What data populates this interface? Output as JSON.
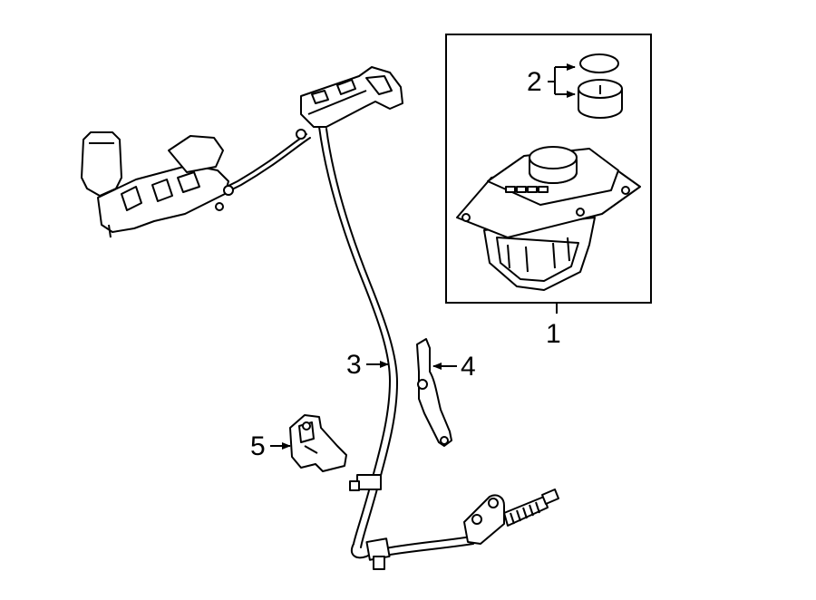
{
  "callouts": [
    {
      "id": "1",
      "label": "1"
    },
    {
      "id": "2",
      "label": "2"
    },
    {
      "id": "3",
      "label": "3"
    },
    {
      "id": "4",
      "label": "4"
    },
    {
      "id": "5",
      "label": "5"
    }
  ],
  "colors": {
    "line": "#000000",
    "fill": "#ffffff"
  }
}
